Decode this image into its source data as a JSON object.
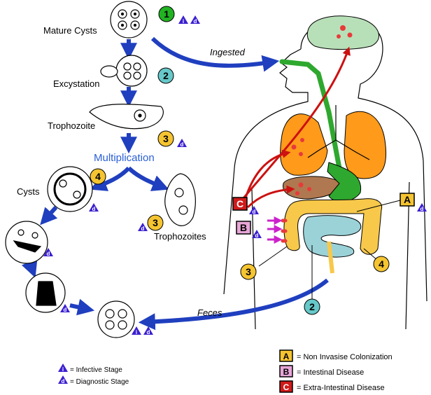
{
  "stages": {
    "mature_cysts": "Mature Cysts",
    "excystation": "Excystation",
    "trophozoite": "Trophozoite",
    "multiplication": "Multiplication",
    "cysts": "Cysts",
    "trophozoites": "Trophozoites"
  },
  "arrows": {
    "ingested": "Ingested",
    "feces": "Feces"
  },
  "step_numbers": [
    "1",
    "2",
    "3",
    "4"
  ],
  "letters": {
    "a": "A",
    "b": "B",
    "c": "C"
  },
  "badge_glyphs": {
    "infective": "i",
    "diagnostic": "d"
  },
  "legend": {
    "infective": "= Infective Stage",
    "diagnostic": "= Diagnostic Stage",
    "a": "= Non Invasise Colonization",
    "b": "= Intestinal Disease",
    "c": "= Extra-Intestinal Disease"
  },
  "colors": {
    "arrow_blue": "#1f3fbf",
    "multiplication_blue": "#2a5fd6",
    "step1_green": "#22b322",
    "step2_teal": "#66c8c8",
    "step3_4_yellow": "#f5c431",
    "badge_purple": "#3a1fd0",
    "letter_a_yellow": "#f5c431",
    "letter_b_pink": "#e8a6d8",
    "letter_c_red": "#d01a1a",
    "brain": "#b8e0b8",
    "lungs": "#ff9a1a",
    "liver": "#b07850",
    "esophagus_stomach": "#2ea82e",
    "small_intestine": "#9ad2d8",
    "large_intestine": "#f7c84a",
    "red_arrow": "#cc1111"
  }
}
